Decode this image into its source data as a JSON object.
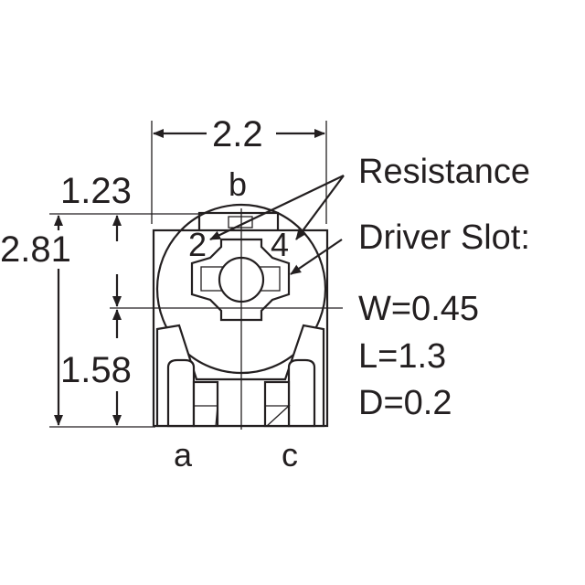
{
  "dimensions": {
    "width": "2.2",
    "left_offset": "1.23",
    "height_total": "2.81",
    "height_lower": "1.58"
  },
  "terminals": {
    "top": "b",
    "bottom_left": "a",
    "bottom_right": "c",
    "resistance_left": "2",
    "resistance_right": "4"
  },
  "annotations": {
    "resistance": "Resistance",
    "driver_slot_title": "Driver Slot:",
    "driver_slot_w": "W=0.45",
    "driver_slot_l": "L=1.3",
    "driver_slot_d": "D=0.2"
  }
}
